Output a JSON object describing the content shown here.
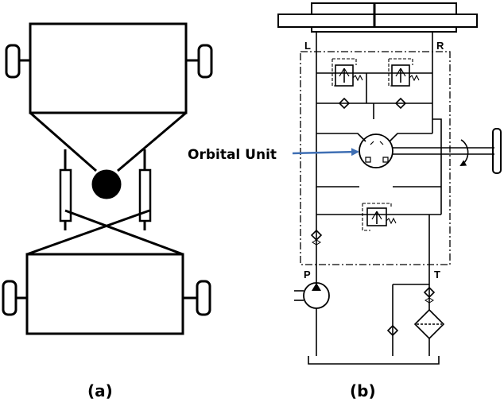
{
  "figure_a": {
    "caption": "(a)"
  },
  "figure_b": {
    "caption": "(b)",
    "callout_label": "Orbital Unit",
    "ports": {
      "left": "L",
      "right": "R",
      "pressure": "P",
      "tank": "T"
    }
  },
  "colors": {
    "line": "#000000",
    "arrow": "#3f6fb4"
  }
}
